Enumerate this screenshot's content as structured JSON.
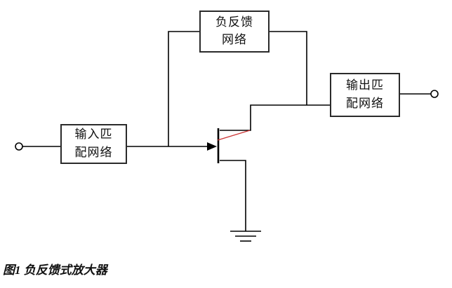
{
  "figure": {
    "caption": "图1  负反馈式放大器"
  },
  "blocks": {
    "feedback_network": {
      "line1": "负反馈",
      "line2": "网络"
    },
    "input_matching": {
      "line1": "输入匹",
      "line2": "配网络"
    },
    "output_matching": {
      "line1": "输出匹",
      "line2": "配网络"
    }
  },
  "colors": {
    "wire": "#000000",
    "block_border": "#2a2a2a",
    "accent_red": "#cc3333",
    "background": "#ffffff"
  },
  "icons": {
    "input_terminal": "input-terminal-icon",
    "output_terminal": "output-terminal-icon",
    "transistor": "fet-transistor-icon",
    "ground": "ground-icon"
  }
}
